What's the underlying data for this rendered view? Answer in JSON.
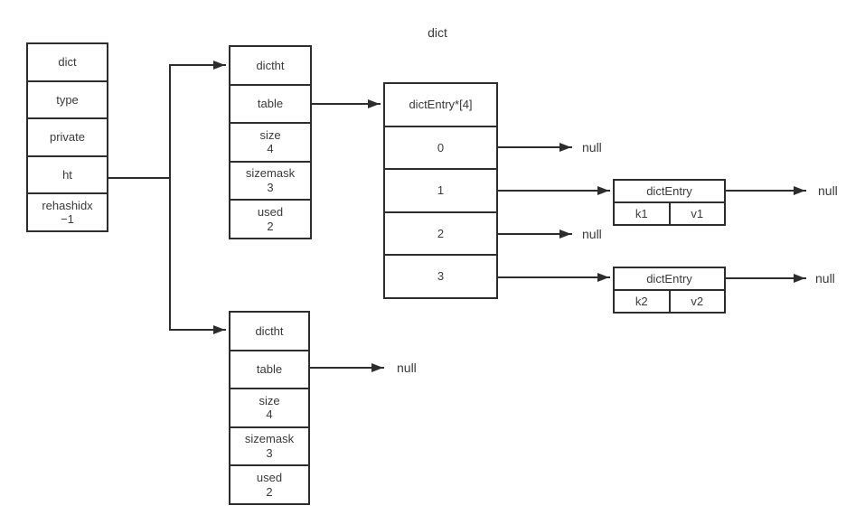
{
  "title": "dict",
  "colors": {
    "line": "#2d2d2d",
    "text": "#3a3a3a",
    "background": "#ffffff"
  },
  "dict_box": {
    "cells": [
      {
        "label": "dict"
      },
      {
        "label": "type"
      },
      {
        "label": "private"
      },
      {
        "label": "ht"
      },
      {
        "label": "rehashidx",
        "value": "−1"
      }
    ]
  },
  "ht0_box": {
    "cells": [
      {
        "label": "dictht"
      },
      {
        "label": "table"
      },
      {
        "label": "size",
        "value": "4"
      },
      {
        "label": "sizemask",
        "value": "3"
      },
      {
        "label": "used",
        "value": "2"
      }
    ]
  },
  "ht1_box": {
    "cells": [
      {
        "label": "dictht"
      },
      {
        "label": "table"
      },
      {
        "label": "size",
        "value": "4"
      },
      {
        "label": "sizemask",
        "value": "3"
      },
      {
        "label": "used",
        "value": "2"
      }
    ]
  },
  "array_box": {
    "header": "dictEntry*[4]",
    "cells": [
      "0",
      "1",
      "2",
      "3"
    ]
  },
  "entry1_box": {
    "header": "dictEntry",
    "key": "k1",
    "value": "v1"
  },
  "entry2_box": {
    "header": "dictEntry",
    "key": "k2",
    "value": "v2"
  },
  "null_labels": {
    "slot0": "null",
    "slot2": "null",
    "entry1": "null",
    "entry2": "null",
    "ht1_table": "null"
  }
}
